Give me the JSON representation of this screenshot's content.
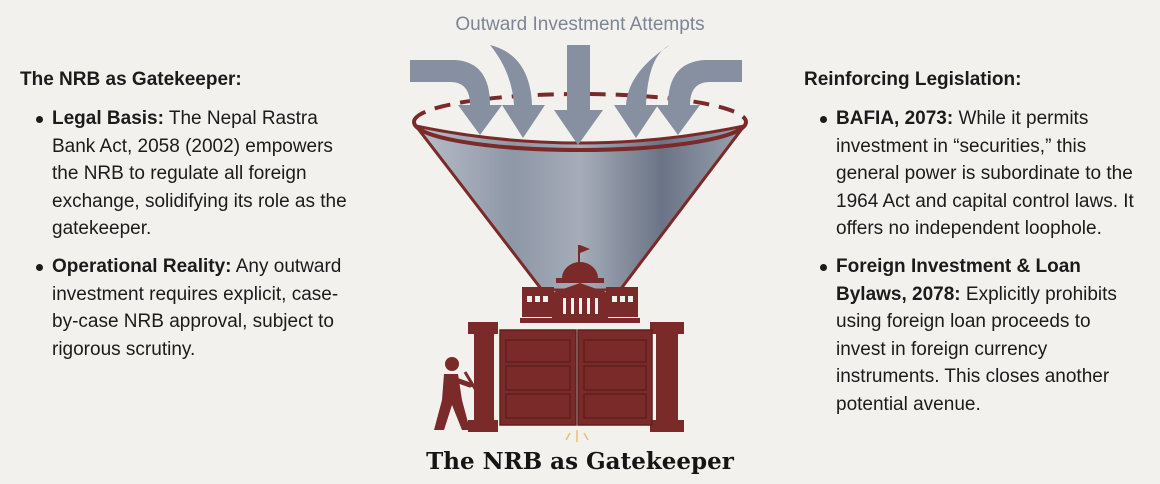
{
  "diagram": {
    "top_label": "Outward Investment Attempts",
    "bottom_title": "The NRB as Gatekeeper",
    "colors": {
      "maroon": "#7a2a28",
      "steel": "#8a93a3",
      "background": "#f2f1ee"
    }
  },
  "left": {
    "heading": "The NRB as Gatekeeper:",
    "items": [
      {
        "term": "Legal Basis:",
        "text": " The Nepal Rastra Bank Act, 2058 (2002) empowers the NRB to regulate all foreign exchange, solidifying its role as the gatekeeper."
      },
      {
        "term": "Operational Reality:",
        "text": " Any outward investment requires explicit, case-by-case NRB approval, subject to rigorous scrutiny."
      }
    ]
  },
  "right": {
    "heading": "Reinforcing Legislation:",
    "items": [
      {
        "term": "BAFIA, 2073:",
        "text": " While it permits investment in “securities,” this general power is subordinate to the 1964 Act and capital control laws. It offers no independent loophole."
      },
      {
        "term": "Foreign Investment & Loan Bylaws, 2078:",
        "text": " Explicitly prohibits using foreign loan proceeds to invest in foreign currency instruments. This closes another potential avenue."
      }
    ]
  }
}
